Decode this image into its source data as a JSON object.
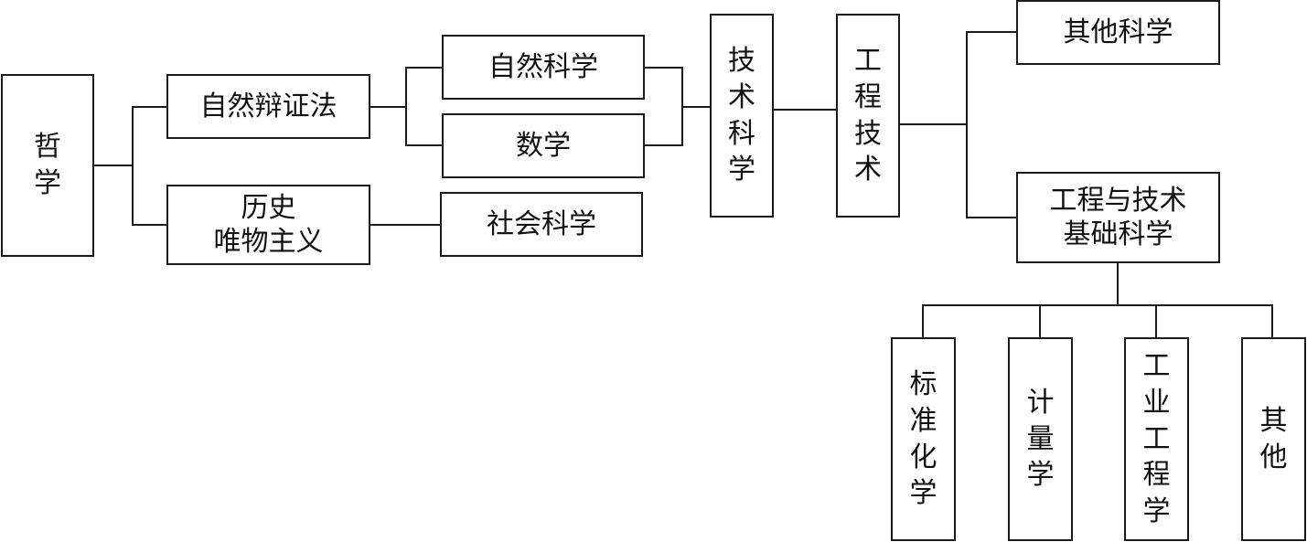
{
  "diagram": {
    "type": "hierarchy",
    "nodes": {
      "philosophy": "哲\n学",
      "dialectics_of_nature": "自然辩证法",
      "historical_materialism": "历史\n唯物主义",
      "natural_science": "自然科学",
      "mathematics": "数学",
      "social_science": "社会科学",
      "technical_science": "技\n术\n科\n学",
      "engineering_technology": "工\n程\n技\n术",
      "other_sciences": "其他科学",
      "engineering_foundation": "工程与技术\n基础科学",
      "standardization": "标\n准\n化\n学",
      "metrology": "计\n量\n学",
      "industrial_engineering": "工\n业\n工\n程\n学",
      "others": "其\n他"
    },
    "edges": [
      [
        "philosophy",
        "dialectics_of_nature"
      ],
      [
        "philosophy",
        "historical_materialism"
      ],
      [
        "dialectics_of_nature",
        "natural_science"
      ],
      [
        "dialectics_of_nature",
        "mathematics"
      ],
      [
        "historical_materialism",
        "social_science"
      ],
      [
        "natural_science",
        "technical_science"
      ],
      [
        "mathematics",
        "technical_science"
      ],
      [
        "technical_science",
        "engineering_technology"
      ],
      [
        "engineering_technology",
        "other_sciences"
      ],
      [
        "engineering_technology",
        "engineering_foundation"
      ],
      [
        "engineering_foundation",
        "standardization"
      ],
      [
        "engineering_foundation",
        "metrology"
      ],
      [
        "engineering_foundation",
        "industrial_engineering"
      ],
      [
        "engineering_foundation",
        "others"
      ]
    ]
  }
}
